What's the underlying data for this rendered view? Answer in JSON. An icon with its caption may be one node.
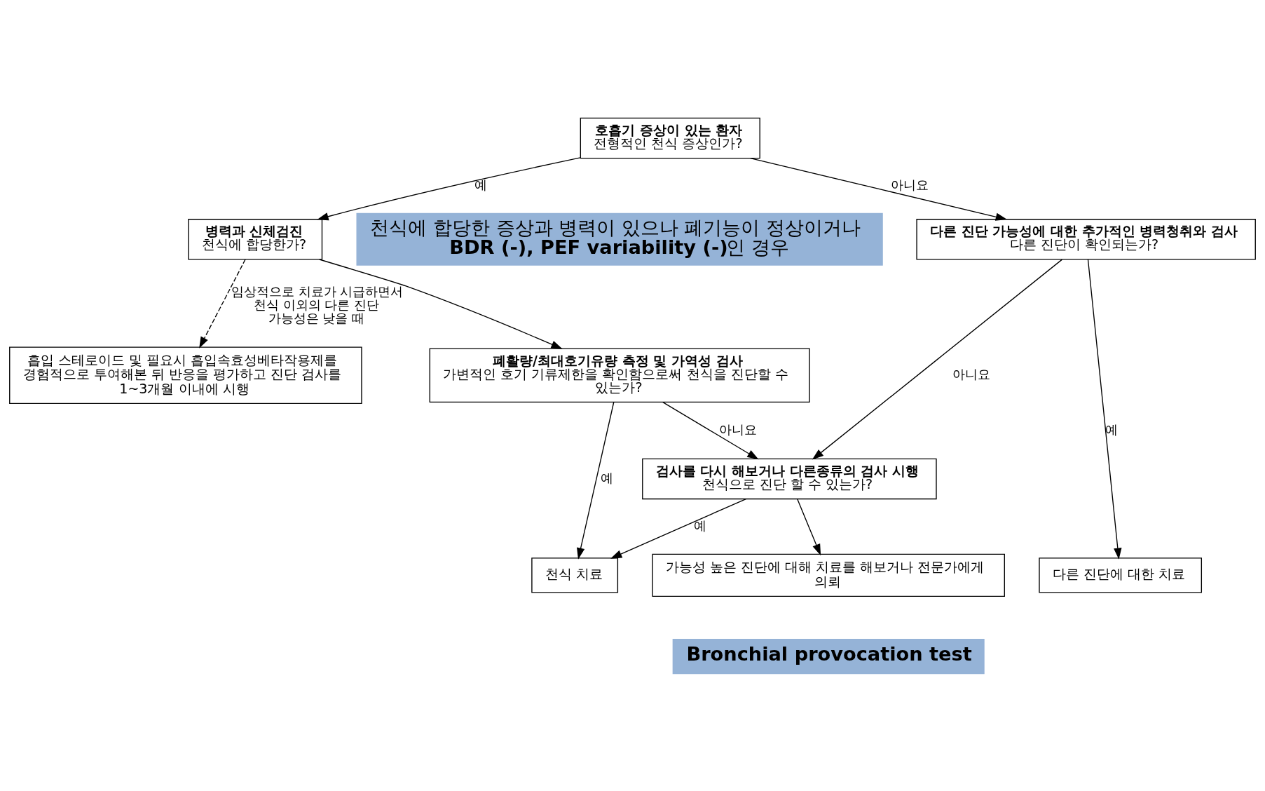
{
  "diagram": {
    "nodes": [
      {
        "text": [
          "호흡기 증상이 있는 환자",
          "전형적인 천식 증상인가?"
        ]
      },
      {
        "text": [
          "병력과 신체검진",
          "천식에 합당한가?"
        ]
      },
      {
        "text": [
          "다른 진단 가능성에 대한 추가적인 병력청취와 검사",
          "다른 진단이 확인되는가?"
        ]
      },
      {
        "text": [
          "폐활량/최대호기유량 측정 및 가역성 검사",
          "가변적인 호기 기류제한을 확인함으로써 천식을 진단할 수 있는가?"
        ]
      },
      {
        "text": [
          "흡입 스테로이드 및 필요시 흡입속효성베타작용제를 경험적으로 투여해본 뒤 반응을 평가하고 진단 검사를 1~3개월 이내에 시행"
        ]
      },
      {
        "text": [
          "검사를 다시 해보거나 다른종류의 검사 시행",
          "천식으로 진단 할 수 있는가?"
        ]
      },
      {
        "text": [
          "가능성 높은 진단에 대해 치료를 해보거나 전문가에게 의뢰"
        ]
      },
      {
        "text": [
          "천식 치료"
        ]
      },
      {
        "text": [
          "다른 진단에 대한 치료"
        ]
      },
      {
        "text": [
          "천식에 합당한 증상과 병력이 있으나 폐기능이 정상이거나 **BDR (-), PEF variability (-)**인 경우"
        ]
      },
      {
        "text": [
          "Bronchial provocation test"
        ]
      }
    ],
    "edges": [
      {
        "from": 0,
        "to": 1,
        "arrow": "to",
        "label": "예"
      },
      {
        "from": 0,
        "to": 2,
        "arrow": "to",
        "label": "아니요"
      },
      {
        "from": 1,
        "to": 3,
        "arrow": "to"
      },
      {
        "from": 1,
        "to": 4,
        "arrow": "to",
        "style": "dashed",
        "label": "임상적으로 치료가 시급하면서 천식 이외의 다른 진단 가능성은 낮을 때"
      },
      {
        "from": 3,
        "to": 5,
        "arrow": "to",
        "label": "아니요"
      },
      {
        "from": 5,
        "to": 7,
        "arrow": "to",
        "label": "예"
      },
      {
        "from": 3,
        "to": 7,
        "arrow": "to",
        "label": "예"
      },
      {
        "from": 2,
        "to": 5,
        "arrow": "to",
        "label": "아니요"
      },
      {
        "from": 2,
        "to": 8,
        "arrow": "to",
        "label": "예"
      },
      {
        "from": 5,
        "to": 6,
        "arrow": "to"
      }
    ]
  }
}
